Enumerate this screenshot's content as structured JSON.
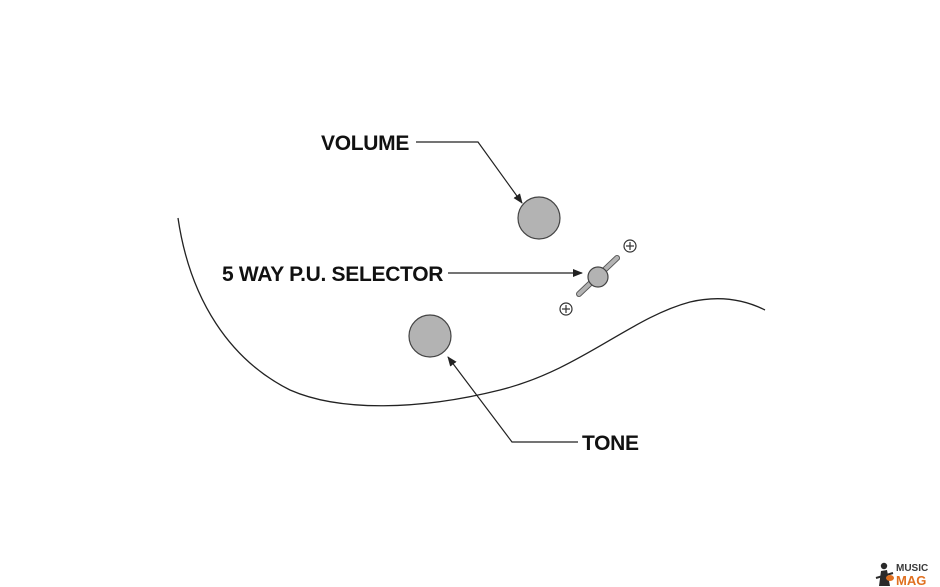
{
  "labels": {
    "volume": "VOLUME",
    "selector": "5 WAY P.U. SELECTOR",
    "tone": "TONE"
  },
  "watermark": {
    "line1": "MUSIC",
    "line2": "MAG"
  },
  "colors": {
    "background": "#ffffff",
    "line": "#222222",
    "knob_fill": "#b3b3b3",
    "knob_stroke": "#444444",
    "watermark_accent": "#e07020"
  },
  "icons": {
    "volume_knob": "circle-knob",
    "tone_knob": "circle-knob",
    "selector_switch": "toggle-switch",
    "selector_screw": "screw-plus"
  }
}
